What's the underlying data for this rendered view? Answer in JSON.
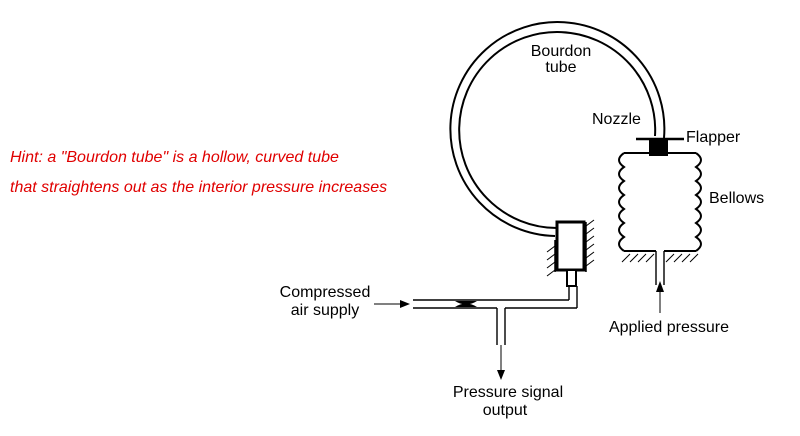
{
  "hint": {
    "line1": "Hint: a \"Bourdon tube\" is a hollow, curved tube",
    "line2": "that straightens out as the interior pressure increases"
  },
  "labels": {
    "bourdon_line1": "Bourdon",
    "bourdon_line2": "tube",
    "nozzle": "Nozzle",
    "flapper": "Flapper",
    "bellows": "Bellows",
    "compressed_line1": "Compressed",
    "compressed_line2": "air supply",
    "applied_pressure": "Applied pressure",
    "signal_line1": "Pressure signal",
    "signal_line2": "output"
  },
  "colors": {
    "hint_text": "#e00000",
    "line": "#000000",
    "background": "#ffffff"
  }
}
